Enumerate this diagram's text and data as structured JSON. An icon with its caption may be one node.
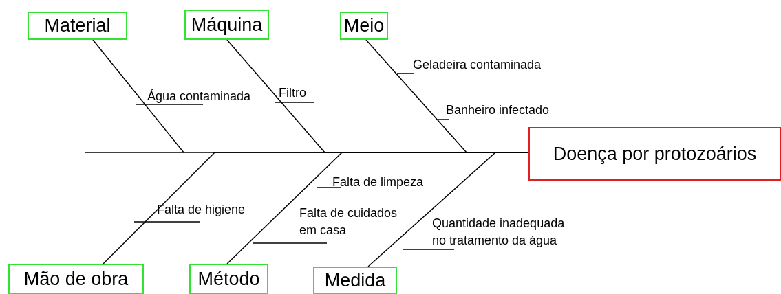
{
  "diagram": {
    "nodes": [
      {
        "text": [
          "Material"
        ]
      },
      {
        "text": [
          "Máquina"
        ]
      },
      {
        "text": [
          "Meio"
        ]
      },
      {
        "text": [
          "Doença por protozoários"
        ]
      },
      {
        "text": [
          "Mão de obra"
        ]
      },
      {
        "text": [
          "Método"
        ]
      },
      {
        "text": [
          "Medida"
        ]
      }
    ],
    "edges": [
      {
        "from": 0,
        "to": 3,
        "arrow": "none"
      },
      {
        "from": 1,
        "to": 3,
        "arrow": "none"
      },
      {
        "from": 2,
        "to": 3,
        "arrow": "none"
      },
      {
        "from": 4,
        "to": 3,
        "arrow": "none"
      },
      {
        "from": 5,
        "to": 3,
        "arrow": "none"
      },
      {
        "from": 6,
        "to": 3,
        "arrow": "none"
      }
    ],
    "labels": [
      "Geladeira contaminada",
      "Água contaminada",
      "Filtro",
      "Banheiro infectado",
      "Falta de limpeza",
      "Falta de higiene",
      "Falta de cuidados em casa",
      "Quantidade inadequada no tratamento da água"
    ]
  }
}
